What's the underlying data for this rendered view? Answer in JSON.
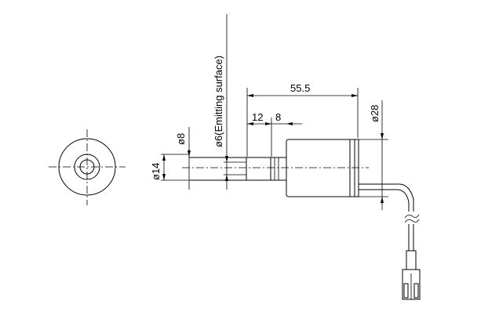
{
  "dimensions": {
    "length_total": "55.5",
    "segment_12": "12",
    "segment_8": "8",
    "dia_8": "ø8",
    "dia_6_emitting": "ø6(Emitting surface)",
    "dia_14": "ø14",
    "dia_28": "ø28"
  }
}
